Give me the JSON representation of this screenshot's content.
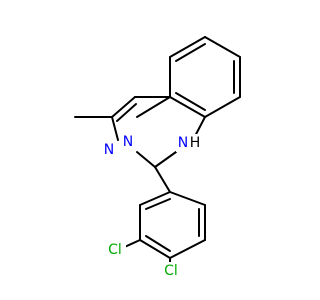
{
  "atoms": {
    "n1": {
      "text": "N",
      "color": "#0000ff"
    },
    "n2": {
      "text": "N",
      "color": "#0000ff"
    },
    "nh": {
      "text": "N",
      "color": "#0000ff"
    },
    "h": {
      "text": "H",
      "color": "#000000"
    },
    "cl1": {
      "text": "Cl",
      "color": "#00aa00"
    },
    "cl2": {
      "text": "Cl",
      "color": "#00aa00"
    }
  }
}
